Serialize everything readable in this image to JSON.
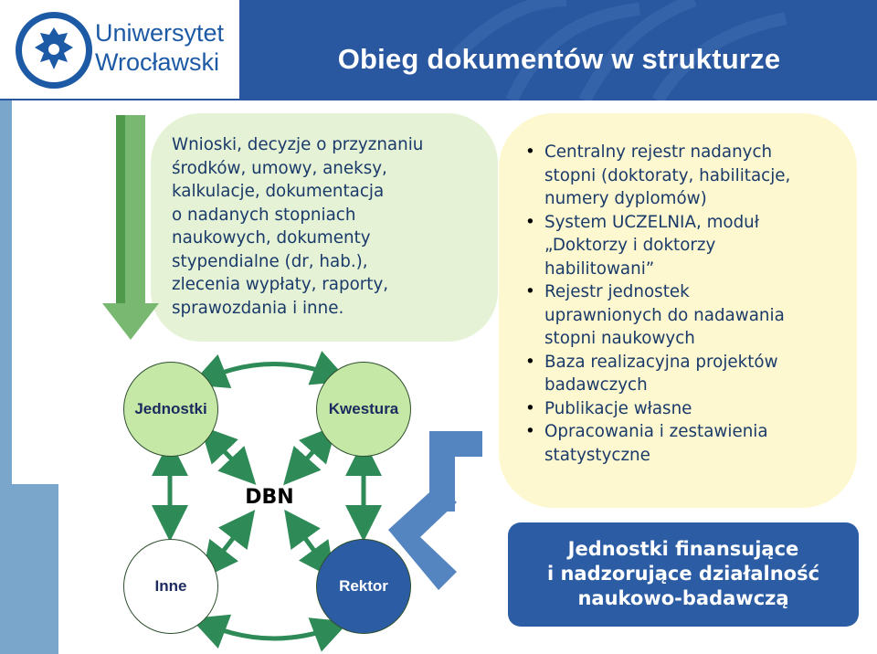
{
  "header": {
    "title": "Obieg dokumentów w strukturze",
    "logo_line1": "Uniwersytet",
    "logo_line2": "Wrocławski"
  },
  "documents_box": {
    "lines": [
      "Wnioski, decyzje o przyznaniu",
      "środków, umowy, aneksy,",
      "kalkulacje, dokumentacja",
      "o nadanych stopniach",
      "naukowych, dokumenty",
      "stypendialne (dr, hab.),",
      "zlecenia wypłaty, raporty,",
      "sprawozdania i inne."
    ]
  },
  "registers_box": {
    "items": [
      [
        "Centralny rejestr nadanych",
        "stopni (doktoraty, habilitacje,",
        "numery dyplomów)"
      ],
      [
        "System UCZELNIA, moduł",
        "„Doktorzy i doktorzy",
        "habilitowani”"
      ],
      [
        "Rejestr jednostek",
        "uprawnionych do nadawania",
        "stopni naukowych"
      ],
      [
        "Baza realizacyjna projektów",
        "badawczych"
      ],
      [
        "Publikacje własne"
      ],
      [
        "Opracowania i zestawienia",
        "statystyczne"
      ]
    ]
  },
  "nodes": {
    "jednostki": "Jednostki",
    "kwestura": "Kwestura",
    "inne": "Inne",
    "rektor": "Rektor",
    "dbn": "DBN"
  },
  "funding_box": {
    "lines": [
      "Jednostki finansujące",
      "i nadzorujące działalność",
      "naukowo-badawczą"
    ]
  },
  "colors": {
    "header_blue": "#2a58a0",
    "arrow_green": "#2e8b57",
    "accent_blue": "#2c5da4",
    "node_green": "#c6e8a7",
    "docs_bg": "#e5f2d5",
    "registers_bg": "#fef8d0"
  }
}
